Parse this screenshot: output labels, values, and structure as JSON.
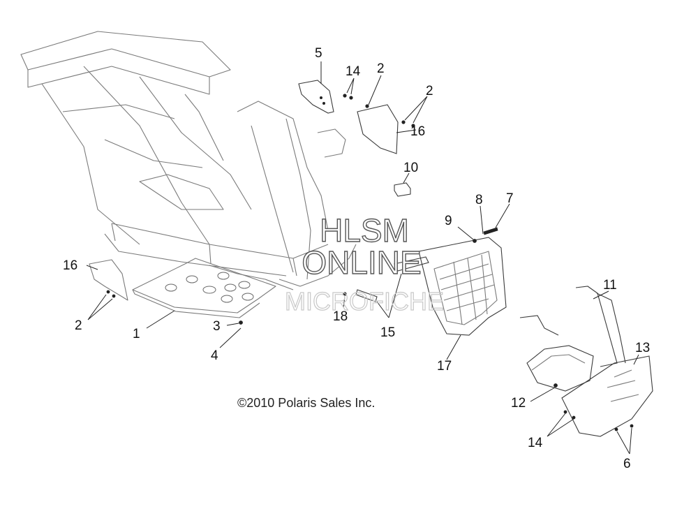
{
  "watermark": {
    "line1": "HLSM",
    "line2": "ONLINE",
    "line3": "MICROFICHE"
  },
  "copyright": "©2010 Polaris Sales Inc.",
  "callouts": {
    "c5": "5",
    "c14_top": "14",
    "c2_top_a": "2",
    "c2_top_b": "2",
    "c16_top": "16",
    "c10": "10",
    "c8": "8",
    "c7": "7",
    "c9": "9",
    "c16_left": "16",
    "c2_left": "2",
    "c1": "1",
    "c3": "3",
    "c4": "4",
    "c18": "18",
    "c15": "15",
    "c17": "17",
    "c11": "11",
    "c13": "13",
    "c12": "12",
    "c14_bottom": "14",
    "c6": "6"
  }
}
